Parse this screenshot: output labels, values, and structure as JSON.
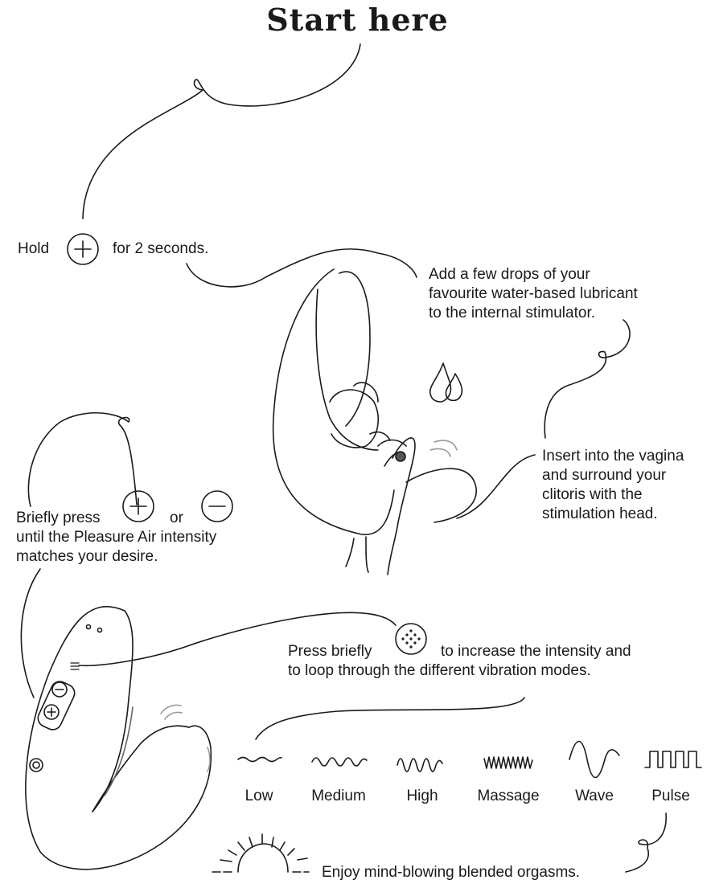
{
  "title": "Start here",
  "steps": {
    "hold": {
      "before": "Hold",
      "after": "for 2 seconds.",
      "icon": "plus-button-icon"
    },
    "lubricant": {
      "lines": [
        "Add a few drops of your",
        "favourite water-based lubricant",
        "to the internal stimulator."
      ],
      "icon": "water-drops-icon"
    },
    "insert": {
      "lines": [
        "Insert into the vagina",
        "and surround your",
        "clitoris with the",
        "stimulation head."
      ]
    },
    "briefly_press": {
      "prefix": "Briefly press",
      "or": "or",
      "lines": [
        "until the Pleasure Air intensity",
        "matches your desire."
      ],
      "plus_icon": "plus-button-icon",
      "minus_icon": "minus-button-icon"
    },
    "press_vibration": {
      "prefix": "Press briefly",
      "line1_suffix": "to increase the intensity and",
      "line2": "to loop through the different vibration modes.",
      "icon": "vibration-button-icon"
    },
    "enjoy": {
      "text": "Enjoy mind-blowing blended orgasms.",
      "icon": "sunrise-icon"
    }
  },
  "modes": [
    {
      "label": "Low",
      "icon": "low-wave-icon"
    },
    {
      "label": "Medium",
      "icon": "medium-wave-icon"
    },
    {
      "label": "High",
      "icon": "high-wave-icon"
    },
    {
      "label": "Massage",
      "icon": "massage-wave-icon"
    },
    {
      "label": "Wave",
      "icon": "sine-wave-icon"
    },
    {
      "label": "Pulse",
      "icon": "pulse-wave-icon"
    }
  ]
}
